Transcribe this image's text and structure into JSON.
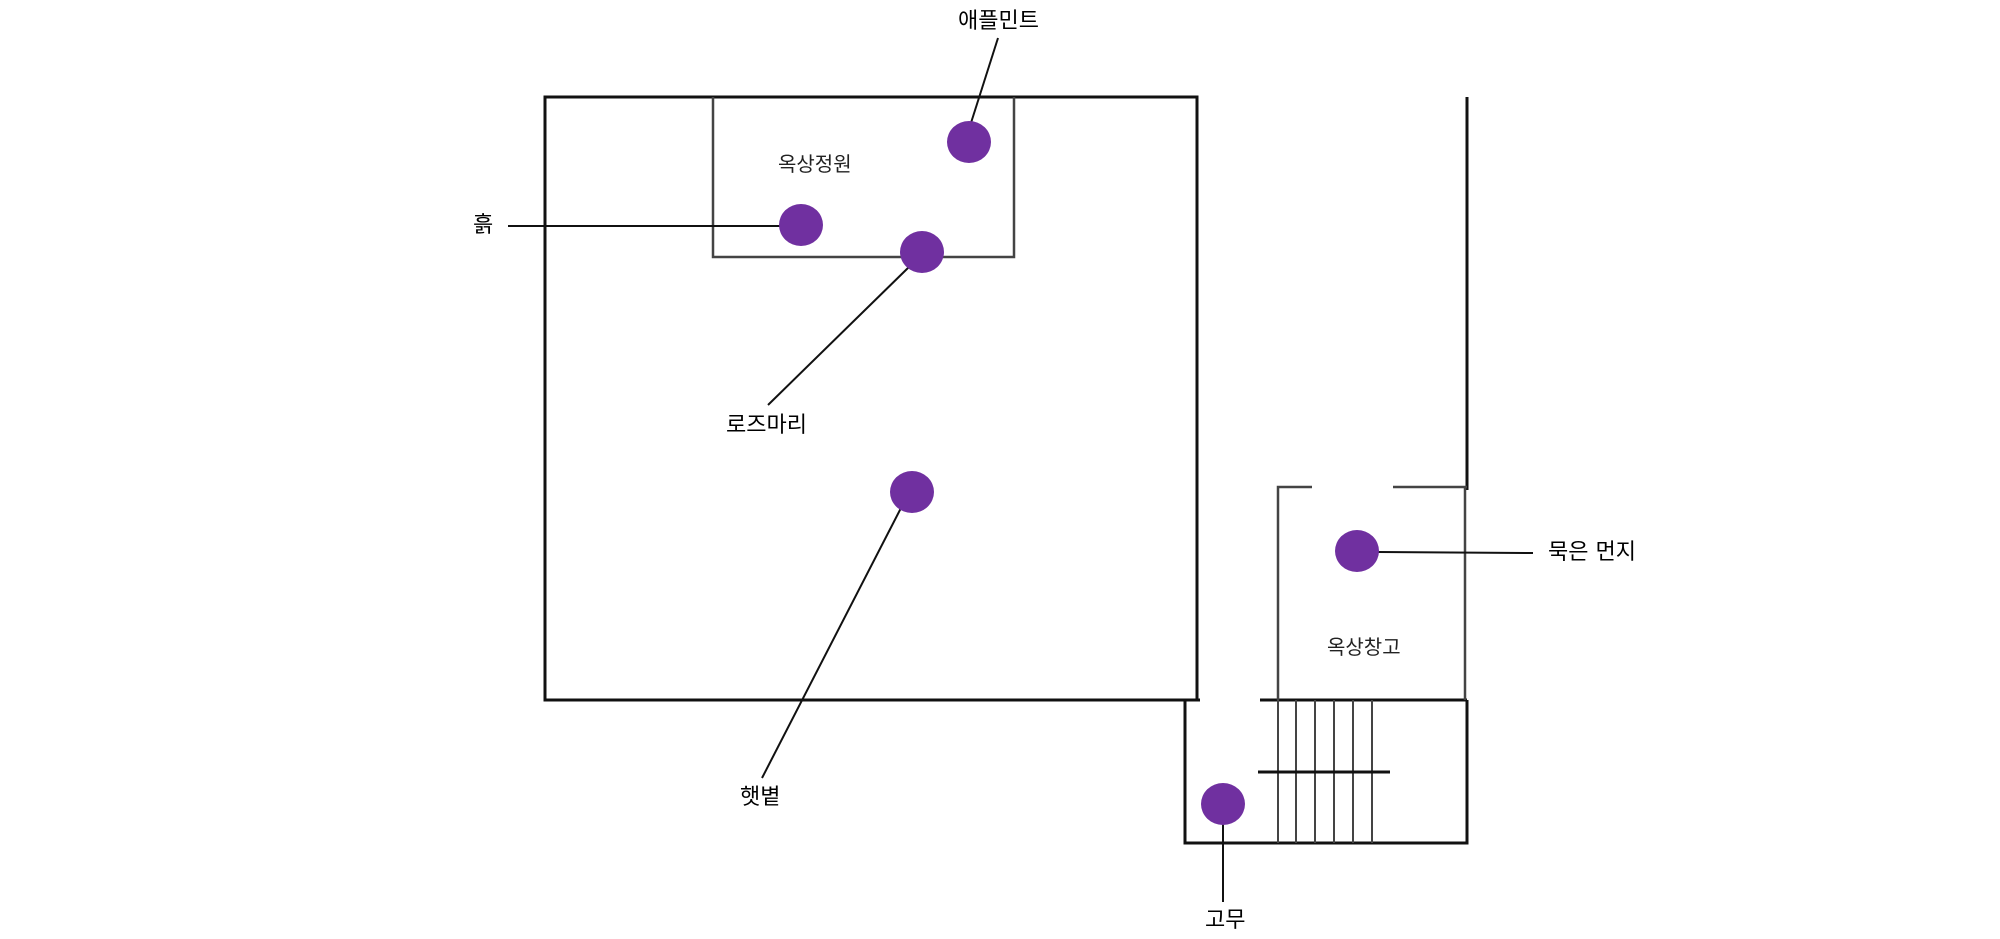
{
  "colors": {
    "marker": "#7030a0",
    "wall": "#111111",
    "inner_wall": "#444444"
  },
  "rooms": {
    "garden": {
      "label": "옥상정원"
    },
    "storage": {
      "label": "옥상창고"
    }
  },
  "callouts": [
    {
      "id": "applemint",
      "label": "애플민트"
    },
    {
      "id": "soil",
      "label": "흙"
    },
    {
      "id": "rosemary",
      "label": "로즈마리"
    },
    {
      "id": "sunlight",
      "label": "햇볕"
    },
    {
      "id": "dust",
      "label": "묵은 먼지"
    },
    {
      "id": "rubber",
      "label": "고무"
    }
  ]
}
